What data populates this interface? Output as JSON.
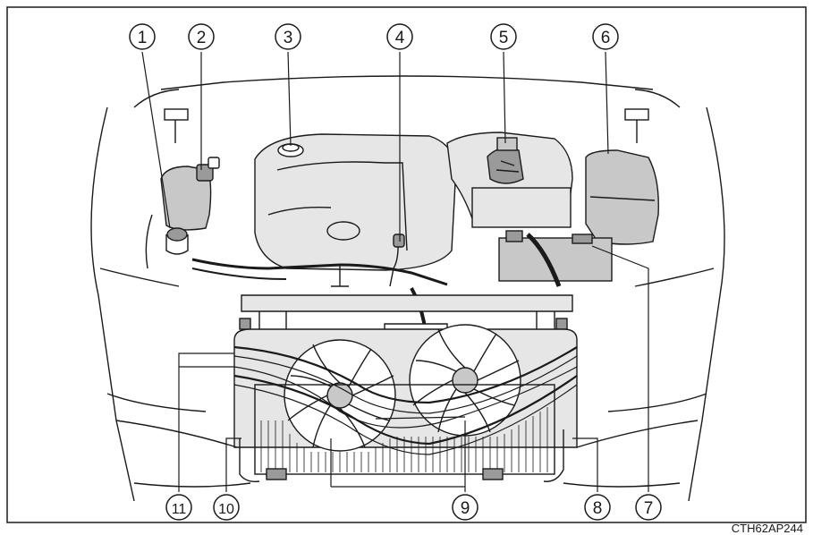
{
  "diagram": {
    "figure_code": "CTH62AP244",
    "callouts": [
      {
        "label": "1"
      },
      {
        "label": "2"
      },
      {
        "label": "3"
      },
      {
        "label": "4"
      },
      {
        "label": "5"
      },
      {
        "label": "6"
      },
      {
        "label": "7"
      },
      {
        "label": "8"
      },
      {
        "label": "9"
      },
      {
        "label": "10"
      },
      {
        "label": "11"
      }
    ],
    "colors": {
      "line": "#1a1a1a",
      "fill_light": "#e6e6e6",
      "fill_mid": "#c8c8c8",
      "fill_dark": "#9a9a9a",
      "background": "#ffffff"
    }
  }
}
